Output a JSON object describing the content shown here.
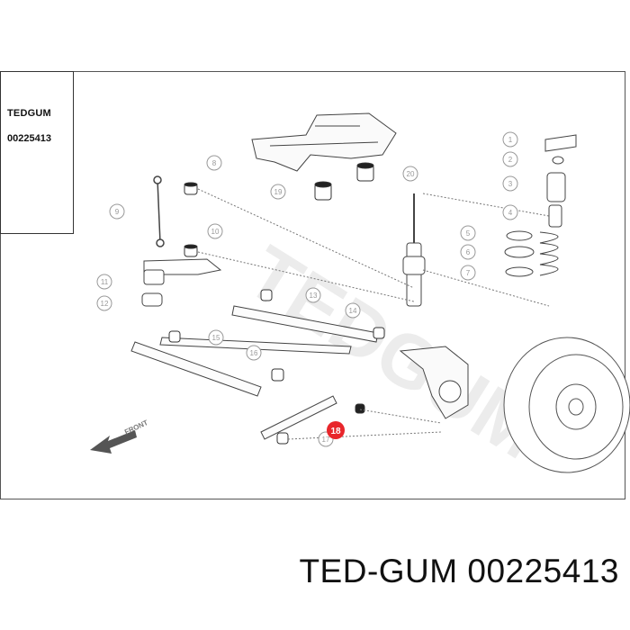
{
  "brand": {
    "name": "TEDGUM",
    "registered_mark": "®",
    "part_code": "00225413"
  },
  "highlight": {
    "number": "18",
    "color": "#e8262b"
  },
  "watermark": "TEDGUM",
  "front_label": "FRONT",
  "callouts": [
    "1",
    "2",
    "3",
    "4",
    "5",
    "6",
    "7",
    "8",
    "9",
    "10",
    "11",
    "12",
    "13",
    "14",
    "15",
    "16",
    "17",
    "19",
    "20"
  ],
  "footer": "TED-GUM 00225413"
}
